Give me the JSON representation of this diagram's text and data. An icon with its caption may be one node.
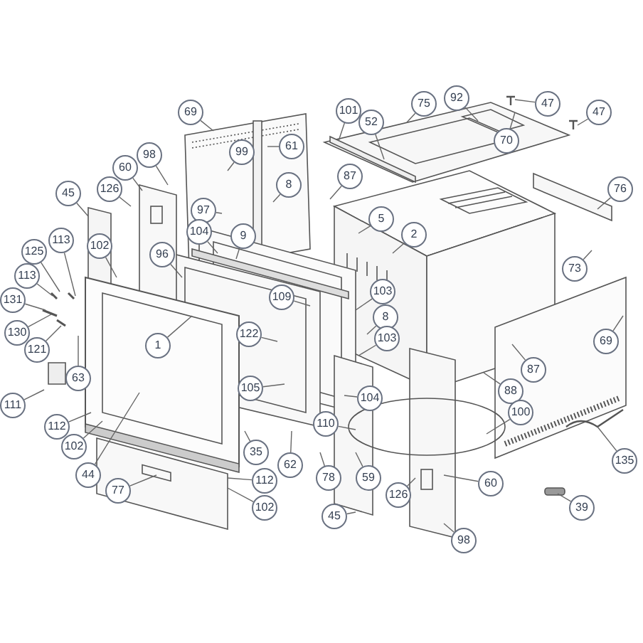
{
  "diagram": {
    "nodes": [
      {
        "text": [
          "92"
        ]
      },
      {
        "text": [
          "75"
        ]
      },
      {
        "text": [
          "47"
        ]
      },
      {
        "text": [
          "101"
        ]
      },
      {
        "text": [
          "69"
        ]
      },
      {
        "text": [
          "47"
        ]
      },
      {
        "text": [
          "52"
        ]
      },
      {
        "text": [
          "70"
        ]
      },
      {
        "text": [
          "61"
        ]
      },
      {
        "text": [
          "99"
        ]
      },
      {
        "text": [
          "98"
        ]
      },
      {
        "text": [
          "60"
        ]
      },
      {
        "text": [
          "87"
        ]
      },
      {
        "text": [
          "8"
        ]
      },
      {
        "text": [
          "76"
        ]
      },
      {
        "text": [
          "126"
        ]
      },
      {
        "text": [
          "45"
        ]
      },
      {
        "text": [
          "97"
        ]
      },
      {
        "text": [
          "5"
        ]
      },
      {
        "text": [
          "104"
        ]
      },
      {
        "text": [
          "2"
        ]
      },
      {
        "text": [
          "9"
        ]
      },
      {
        "text": [
          "113"
        ]
      },
      {
        "text": [
          "102"
        ]
      },
      {
        "text": [
          "125"
        ]
      },
      {
        "text": [
          "96"
        ]
      },
      {
        "text": [
          "73"
        ]
      },
      {
        "text": [
          "113"
        ]
      },
      {
        "text": [
          "103"
        ]
      },
      {
        "text": [
          "109"
        ]
      },
      {
        "text": [
          "131"
        ]
      },
      {
        "text": [
          "8"
        ]
      },
      {
        "text": [
          "130"
        ]
      },
      {
        "text": [
          "122"
        ]
      },
      {
        "text": [
          "103"
        ]
      },
      {
        "text": [
          "69"
        ]
      },
      {
        "text": [
          "1"
        ]
      },
      {
        "text": [
          "121"
        ]
      },
      {
        "text": [
          "87"
        ]
      },
      {
        "text": [
          "63"
        ]
      },
      {
        "text": [
          "105"
        ]
      },
      {
        "text": [
          "88"
        ]
      },
      {
        "text": [
          "111"
        ]
      },
      {
        "text": [
          "104"
        ]
      },
      {
        "text": [
          "100"
        ]
      },
      {
        "text": [
          "112"
        ]
      },
      {
        "text": [
          "110"
        ]
      },
      {
        "text": [
          "102"
        ]
      },
      {
        "text": [
          "35"
        ]
      },
      {
        "text": [
          "44"
        ]
      },
      {
        "text": [
          "135"
        ]
      },
      {
        "text": [
          "62"
        ]
      },
      {
        "text": [
          "112"
        ]
      },
      {
        "text": [
          "78"
        ]
      },
      {
        "text": [
          "59"
        ]
      },
      {
        "text": [
          "60"
        ]
      },
      {
        "text": [
          "77"
        ]
      },
      {
        "text": [
          "126"
        ]
      },
      {
        "text": [
          "102"
        ]
      },
      {
        "text": [
          "39"
        ]
      },
      {
        "text": [
          "45"
        ]
      },
      {
        "text": [
          "98"
        ]
      }
    ],
    "edges": [
      {
        "from": 0,
        "to": null,
        "arrow": "none"
      },
      {
        "from": 1,
        "to": null,
        "arrow": "none"
      },
      {
        "from": 2,
        "to": null,
        "arrow": "none"
      },
      {
        "from": 3,
        "to": null,
        "arrow": "none"
      },
      {
        "from": 4,
        "to": null,
        "arrow": "none"
      },
      {
        "from": 5,
        "to": null,
        "arrow": "none"
      },
      {
        "from": 6,
        "to": null,
        "arrow": "none"
      },
      {
        "from": 7,
        "to": null,
        "arrow": "none"
      },
      {
        "from": 8,
        "to": null,
        "arrow": "none"
      },
      {
        "from": 9,
        "to": null,
        "arrow": "none"
      },
      {
        "from": 10,
        "to": null,
        "arrow": "none"
      },
      {
        "from": 11,
        "to": null,
        "arrow": "none"
      },
      {
        "from": 12,
        "to": null,
        "arrow": "none"
      },
      {
        "from": 13,
        "to": null,
        "arrow": "none"
      },
      {
        "from": 14,
        "to": null,
        "arrow": "none"
      },
      {
        "from": 15,
        "to": null,
        "arrow": "none"
      },
      {
        "from": 16,
        "to": null,
        "arrow": "none"
      },
      {
        "from": 17,
        "to": null,
        "arrow": "none"
      },
      {
        "from": 18,
        "to": null,
        "arrow": "none"
      },
      {
        "from": 19,
        "to": null,
        "arrow": "none"
      },
      {
        "from": 20,
        "to": null,
        "arrow": "none"
      },
      {
        "from": 21,
        "to": null,
        "arrow": "none"
      },
      {
        "from": 22,
        "to": null,
        "arrow": "none"
      },
      {
        "from": 23,
        "to": null,
        "arrow": "none"
      },
      {
        "from": 24,
        "to": null,
        "arrow": "none"
      },
      {
        "from": 25,
        "to": null,
        "arrow": "none"
      },
      {
        "from": 26,
        "to": null,
        "arrow": "none"
      },
      {
        "from": 27,
        "to": null,
        "arrow": "none"
      },
      {
        "from": 28,
        "to": null,
        "arrow": "none"
      },
      {
        "from": 29,
        "to": null,
        "arrow": "none"
      },
      {
        "from": 30,
        "to": null,
        "arrow": "none"
      },
      {
        "from": 31,
        "to": null,
        "arrow": "none"
      },
      {
        "from": 32,
        "to": null,
        "arrow": "none"
      },
      {
        "from": 33,
        "to": null,
        "arrow": "none"
      },
      {
        "from": 34,
        "to": null,
        "arrow": "none"
      },
      {
        "from": 35,
        "to": null,
        "arrow": "none"
      },
      {
        "from": 36,
        "to": null,
        "arrow": "none"
      },
      {
        "from": 37,
        "to": null,
        "arrow": "none"
      },
      {
        "from": 38,
        "to": null,
        "arrow": "none"
      },
      {
        "from": 39,
        "to": null,
        "arrow": "none"
      },
      {
        "from": 40,
        "to": null,
        "arrow": "none"
      },
      {
        "from": 41,
        "to": null,
        "arrow": "none"
      },
      {
        "from": 42,
        "to": null,
        "arrow": "none"
      },
      {
        "from": 43,
        "to": null,
        "arrow": "none"
      },
      {
        "from": 44,
        "to": null,
        "arrow": "none"
      },
      {
        "from": 45,
        "to": null,
        "arrow": "none"
      },
      {
        "from": 46,
        "to": null,
        "arrow": "none"
      },
      {
        "from": 47,
        "to": null,
        "arrow": "none"
      },
      {
        "from": 48,
        "to": null,
        "arrow": "none"
      },
      {
        "from": 49,
        "to": null,
        "arrow": "none"
      },
      {
        "from": 50,
        "to": null,
        "arrow": "none"
      },
      {
        "from": 51,
        "to": null,
        "arrow": "none"
      },
      {
        "from": 52,
        "to": null,
        "arrow": "none"
      },
      {
        "from": 53,
        "to": null,
        "arrow": "none"
      },
      {
        "from": 54,
        "to": null,
        "arrow": "none"
      },
      {
        "from": 55,
        "to": null,
        "arrow": "none"
      },
      {
        "from": 56,
        "to": null,
        "arrow": "none"
      },
      {
        "from": 57,
        "to": null,
        "arrow": "none"
      },
      {
        "from": 58,
        "to": null,
        "arrow": "none"
      },
      {
        "from": 59,
        "to": null,
        "arrow": "none"
      },
      {
        "from": 60,
        "to": null,
        "arrow": "none"
      },
      {
        "from": 61,
        "to": null,
        "arrow": "none"
      }
    ]
  }
}
